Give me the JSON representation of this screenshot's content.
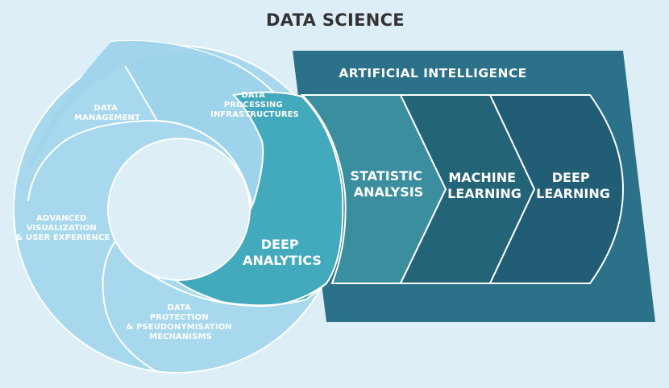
{
  "title": "DATA SCIENCE",
  "ai_title": "ARTIFICIAL INTELLIGENCE",
  "segments": {
    "data_management": [
      "DATA",
      "MANAGEMENT"
    ],
    "data_processing": [
      "DATA",
      "PROCESSING",
      "INFRASTRUCTURES"
    ],
    "advanced_visualization": [
      "ADVANCED",
      "VISUALIZATION",
      "& USER EXPERIENCE"
    ],
    "data_protection": [
      "DATA",
      "PROTECTION",
      "& PSEUDONYMISATION",
      "MECHANISMS"
    ],
    "deep_analytics": [
      "DEEP",
      "ANALYTICS"
    ]
  },
  "steps": [
    [
      "STATISTIC",
      "ANALYSIS"
    ],
    [
      "MACHINE",
      "LEARNING"
    ],
    [
      "DEEP",
      "LEARNING"
    ]
  ],
  "colors": {
    "background": "#ddeef6",
    "segment_light": "#a7d8ee",
    "segment_mid": "#9dd3eb",
    "deep_analytics": "#43aabd",
    "ai_panel": "#2a7189",
    "step_1": "#3a8e9e",
    "step_2": "#246478",
    "step_3": "#225d76",
    "stroke": "#ffffff"
  }
}
